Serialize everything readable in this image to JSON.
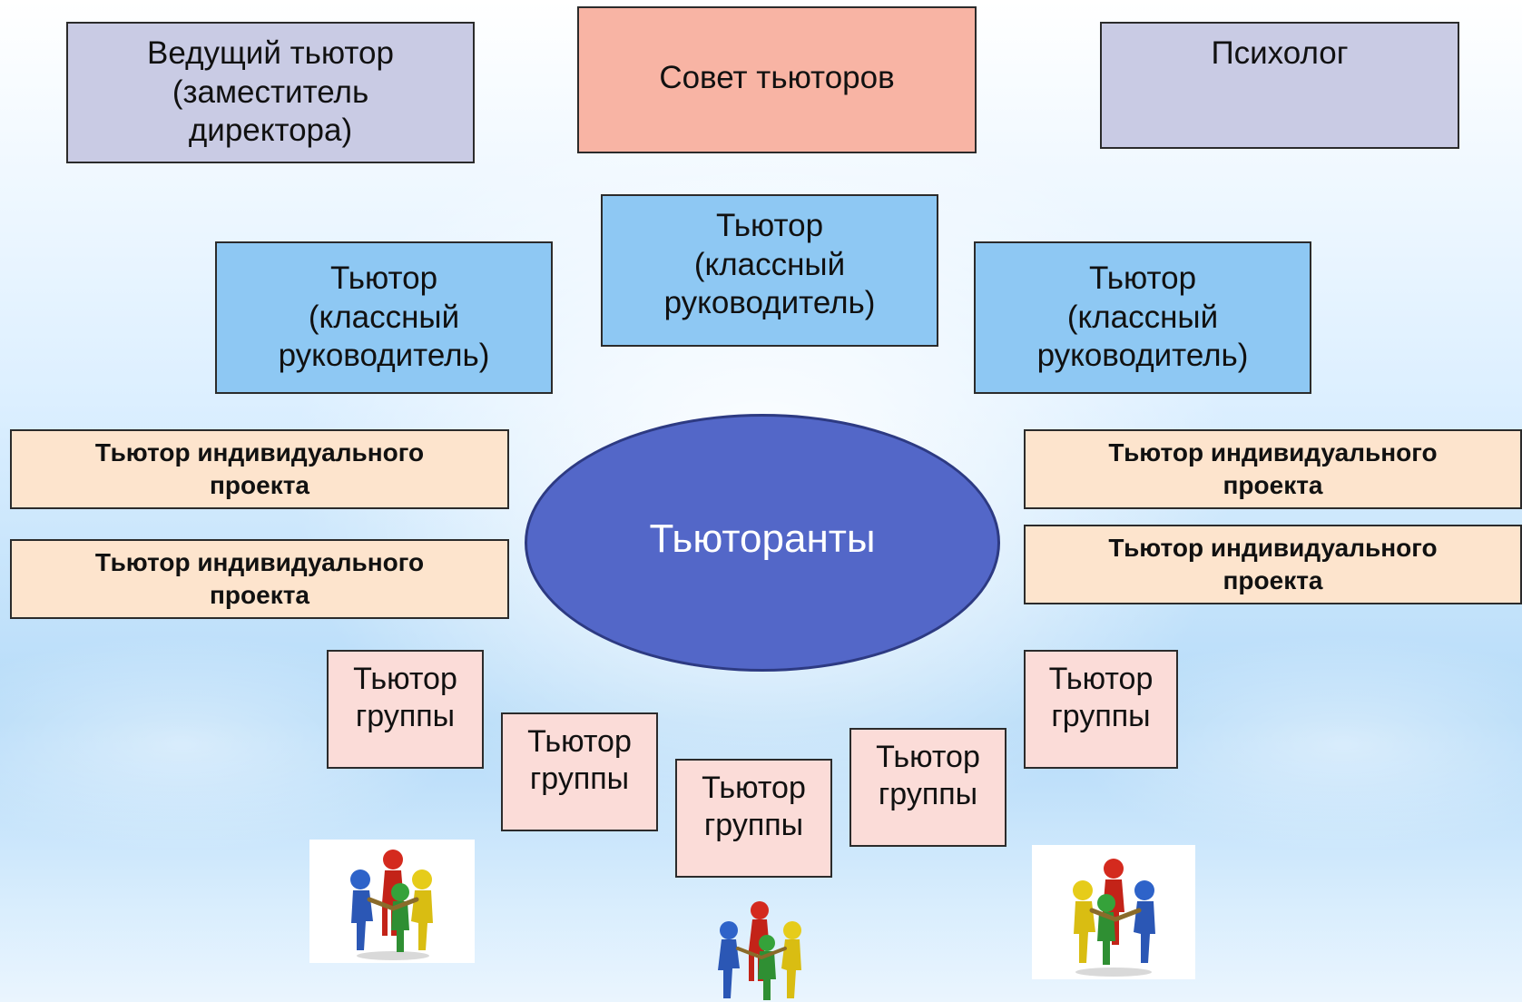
{
  "diagram": {
    "lead_tutor": "Ведущий тьютор\n(заместитель\nдиректора)",
    "council": "Совет  тьюторов",
    "psychologist": "Психолог",
    "class_tutor_left": "Тьютор\n(классный\nруководитель)",
    "class_tutor_center": "Тьютор\n(классный\nруководитель)",
    "class_tutor_right": "Тьютор\n(классный\nруководитель)",
    "center_label": "Тьюторанты",
    "project_tutor_left_1": "Тьютор индивидуального\nпроекта",
    "project_tutor_left_2": "Тьютор индивидуального\nпроекта",
    "project_tutor_right_1": "Тьютор индивидуального\nпроекта",
    "project_tutor_right_2": "Тьютор индивидуального\nпроекта",
    "group_tutor_1": "Тьютор\nгруппы",
    "group_tutor_2": "Тьютор\nгруппы",
    "group_tutor_3": "Тьютор\nгруппы",
    "group_tutor_4": "Тьютор\nгруппы",
    "group_tutor_5": "Тьютор\nгруппы"
  },
  "colors": {
    "lavender": "#c9cbe4",
    "salmon": "#f8b4a4",
    "blue": "#8ec8f3",
    "peach": "#fde4cd",
    "pink": "#fbdcd8",
    "ellipse": "#5367c8"
  },
  "icons": [
    "people-circle-icon",
    "people-circle-icon",
    "people-circle-icon"
  ]
}
